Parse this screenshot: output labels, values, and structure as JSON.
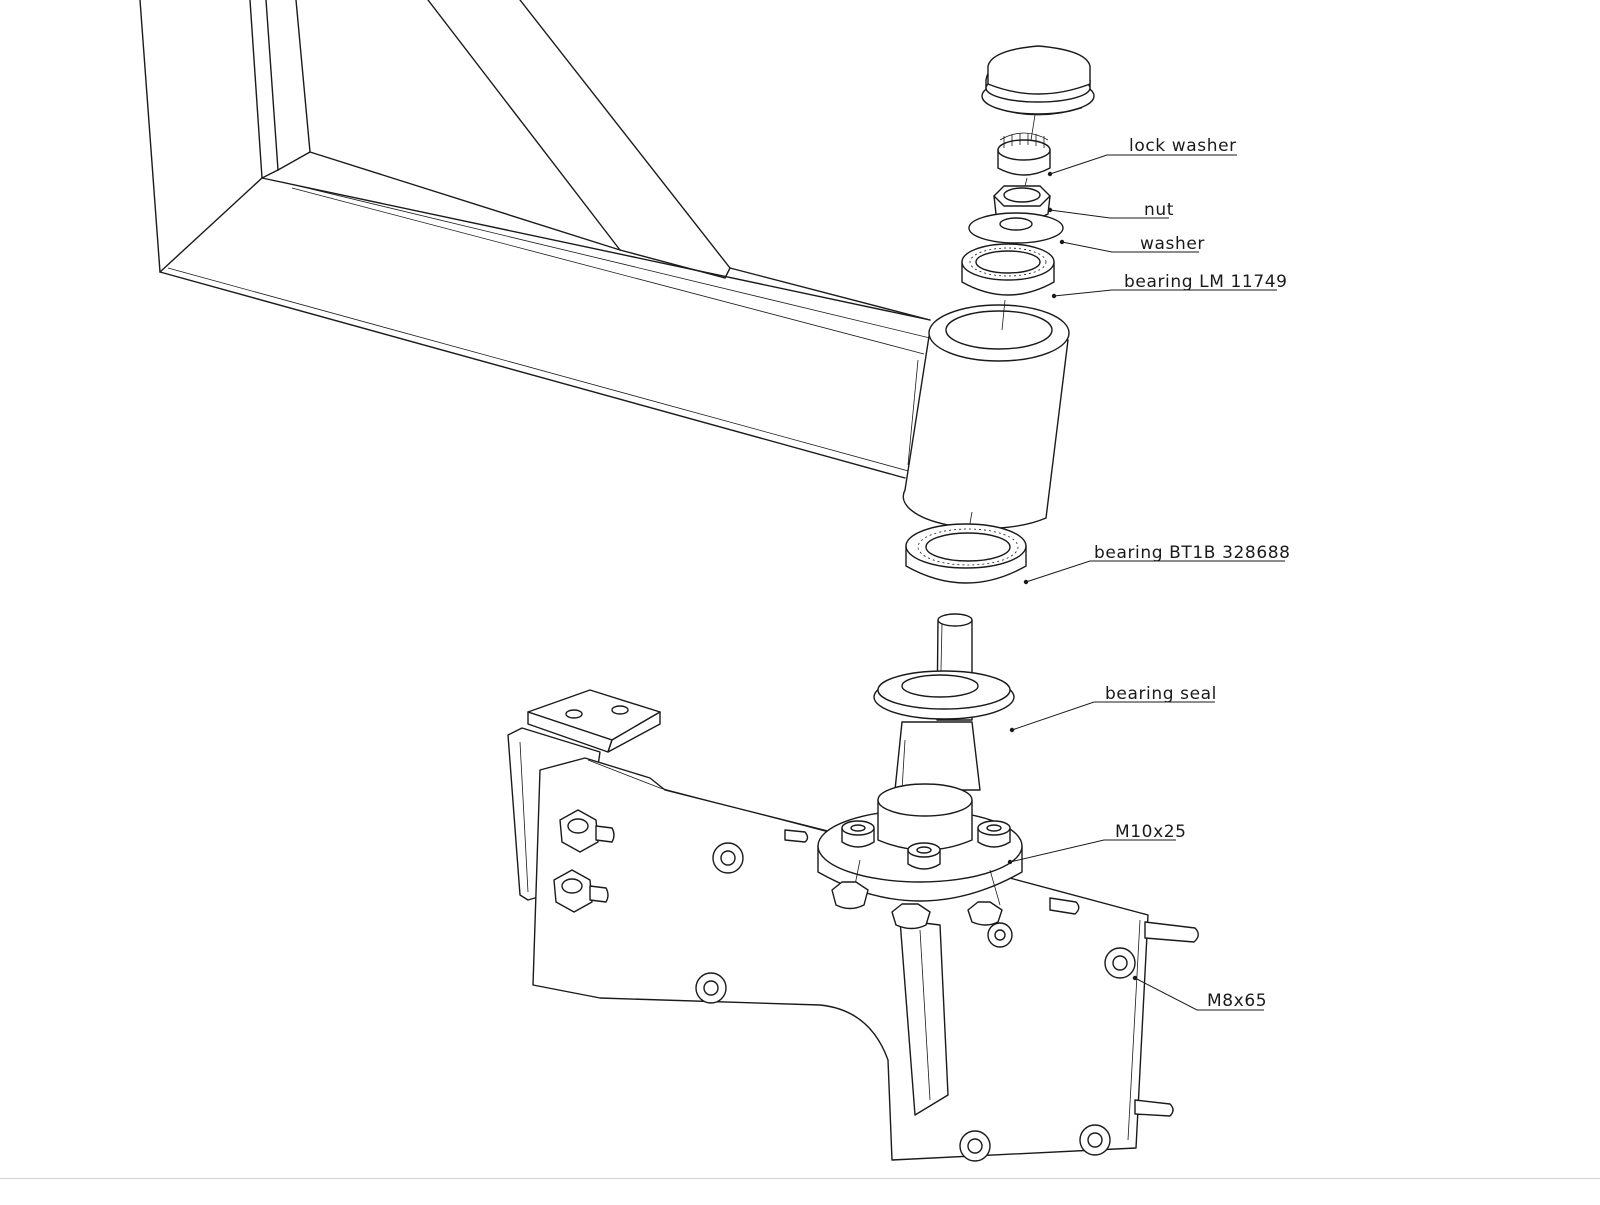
{
  "diagram": {
    "callouts": [
      {
        "id": "lock-washer",
        "label": "lock washer"
      },
      {
        "id": "nut",
        "label": "nut"
      },
      {
        "id": "washer",
        "label": "washer"
      },
      {
        "id": "bearing-lm",
        "label": "bearing LM 11749"
      },
      {
        "id": "bearing-bt",
        "label": "bearing BT1B 328688"
      },
      {
        "id": "bearing-seal",
        "label": "bearing seal"
      },
      {
        "id": "m10x25",
        "label": "M10x25"
      },
      {
        "id": "m8x65",
        "label": "M8x65"
      }
    ]
  }
}
